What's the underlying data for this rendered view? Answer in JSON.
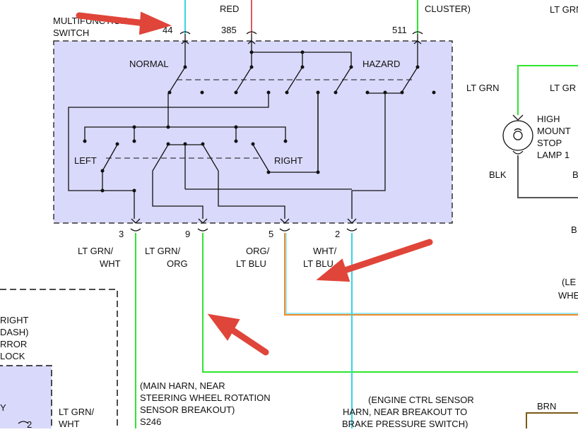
{
  "top": {
    "partial_red": "RED",
    "partial_cluster": "CLUSTER)",
    "partial_ltgrn_tr": "LT GRN"
  },
  "switch": {
    "title_line1": "MULTIFUNCTION",
    "title_line2": "SWITCH",
    "pin_44": "44",
    "pin_385": "385",
    "pin_511": "511",
    "normal": "NORMAL",
    "hazard": "HAZARD",
    "left": "LEFT",
    "right": "RIGHT",
    "pin_3": "3",
    "pin_9": "9",
    "pin_5": "5",
    "pin_2": "2"
  },
  "wires": {
    "w3_line1": "LT GRN/",
    "w3_line2": "WHT",
    "w9_line1": "LT GRN/",
    "w9_line2": "ORG",
    "w5_line1": "ORG/",
    "w5_line2": "LT BLU",
    "w2_line1": "WHT/",
    "w2_line2": "LT BLU",
    "ltgrn_a": "LT GRN",
    "ltgrn_b": "LT GR",
    "blk": "BLK",
    "brn": "BRN",
    "b_partial1": "B",
    "b_partial2": "B",
    "lt_grn_wht_lower_1": "LT GRN/",
    "lt_grn_wht_lower_2": "WHT"
  },
  "lamp": {
    "line1": "HIGH",
    "line2": "MOUNT",
    "line3": "STOP",
    "line4": "LAMP 1"
  },
  "notes": {
    "main_harn_1": "(MAIN HARN, NEAR",
    "main_harn_2": "STEERING WHEEL ROTATION",
    "main_harn_3": "SENSOR BREAKOUT)",
    "main_harn_4": "S246",
    "engine_1": "(ENGINE CTRL SENSOR",
    "engine_2": "HARN, NEAR BREAKOUT TO",
    "engine_3": "BRAKE PRESSURE SWITCH)",
    "left_wheel_1": "(LE",
    "left_wheel_2": "WHE",
    "mirror_1": "RIGHT",
    "mirror_2": "DASH)",
    "mirror_3": "RROR",
    "mirror_4": "LOCK",
    "mirror_pin_y": "Y",
    "mirror_pin_2": "2"
  },
  "colors": {
    "switch_fill": "#d9d9fb",
    "wire_cyan": "#35d5e8",
    "wire_red": "#e05a5a",
    "wire_green": "#2ee62e",
    "wire_orange": "#ee8a2a",
    "wire_gray": "#555555",
    "wire_brown": "#7a5a14",
    "arrow_red": "#e0453a"
  }
}
